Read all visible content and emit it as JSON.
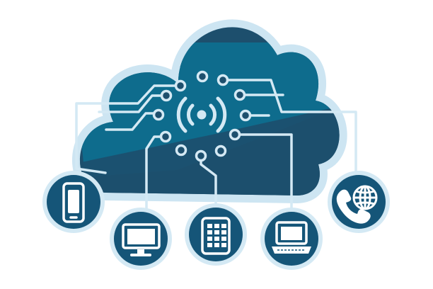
{
  "illustration": {
    "subject": "cloud-computing-connected-devices",
    "center_icon": "wireless-signal-icon",
    "devices": [
      {
        "name": "smartphone",
        "icon": "smartphone-icon"
      },
      {
        "name": "monitor",
        "icon": "monitor-icon"
      },
      {
        "name": "tablet",
        "icon": "tablet-icon"
      },
      {
        "name": "laptop",
        "icon": "laptop-icon"
      },
      {
        "name": "phone-and-globe",
        "icon": "phone-globe-icon"
      }
    ]
  },
  "colors": {
    "cloud_outline": "#cde5f2",
    "cloud_dark": "#1d4f6d",
    "cloud_light": "#0c7193",
    "circuit_line": "#d4e9f4",
    "device_circle": "#155578",
    "device_ring": "#d4e9f4",
    "device_icon": "#ffffff",
    "background": "#ffffff"
  }
}
